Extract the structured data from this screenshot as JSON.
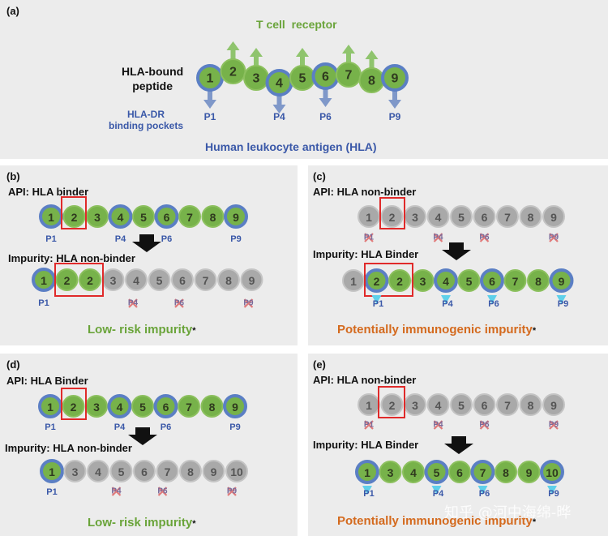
{
  "panels": {
    "a": {
      "label": "(a)",
      "receptor": "T cell  receptor",
      "bound": "HLA-bound\npeptide",
      "pockets": "HLA-DR\nbinding pockets",
      "hla": "Human leukocyte antigen (HLA)",
      "beads": [
        "1",
        "2",
        "3",
        "4",
        "5",
        "6",
        "7",
        "8",
        "9"
      ],
      "p": [
        "P1",
        "P4",
        "P6",
        "P9"
      ]
    },
    "b": {
      "label": "(b)",
      "api": "API: HLA binder",
      "imp": "Impurity: HLA  non-binder",
      "risk": "Low- risk impurity",
      "api_beads": [
        "1",
        "2",
        "3",
        "4",
        "5",
        "6",
        "7",
        "8",
        "9"
      ],
      "imp_beads": [
        "1",
        "2",
        "2",
        "3",
        "4",
        "5",
        "6",
        "7",
        "8",
        "9"
      ],
      "p": [
        "P1",
        "P4",
        "P6",
        "P9"
      ],
      "x": [
        "P4",
        "P6",
        "P9"
      ]
    },
    "c": {
      "label": "(c)",
      "api": "API: HLA  non-binder",
      "imp": "Impurity: HLA Binder",
      "risk": "Potentially immunogenic impurity",
      "api_beads": [
        "1",
        "2",
        "3",
        "4",
        "5",
        "6",
        "7",
        "8",
        "9"
      ],
      "imp_beads": [
        "1",
        "2",
        "2",
        "3",
        "4",
        "5",
        "6",
        "7",
        "8",
        "9"
      ],
      "x": [
        "P1",
        "P4",
        "P6",
        "P9"
      ],
      "p": [
        "P1",
        "P4",
        "P6",
        "P9"
      ]
    },
    "d": {
      "label": "(d)",
      "api": "API: HLA Binder",
      "imp": "Impurity: HLA non-binder",
      "risk": "Low- risk impurity",
      "api_beads": [
        "1",
        "2",
        "3",
        "4",
        "5",
        "6",
        "7",
        "8",
        "9"
      ],
      "imp_beads": [
        "1",
        "3",
        "4",
        "5",
        "6",
        "7",
        "8",
        "9",
        "10"
      ],
      "p": [
        "P1",
        "P4",
        "P6",
        "P9"
      ],
      "x": [
        "P4",
        "P6",
        "P9"
      ]
    },
    "e": {
      "label": "(e)",
      "api": "API: HLA non-binder",
      "imp": "Impurity: HLA Binder",
      "risk": "Potentially immunogenic impurity",
      "api_beads": [
        "1",
        "2",
        "3",
        "4",
        "5",
        "6",
        "7",
        "8",
        "9"
      ],
      "imp_beads": [
        "1",
        "3",
        "4",
        "5",
        "6",
        "7",
        "8",
        "9",
        "10"
      ],
      "x": [
        "P1",
        "P4",
        "P6",
        "P9"
      ],
      "p": [
        "P1",
        "P4",
        "P6",
        "P9"
      ]
    }
  },
  "asterisk": "*",
  "watermark": "知乎 @河中海绵-晔",
  "colors": {
    "blue": "#5b7fc4",
    "green": "#77b24a",
    "grey": "#a9a9a9",
    "red": "#e02a2a",
    "text_green": "#6aa43a",
    "text_orange": "#d46a1e",
    "text_blue": "#3a58a8"
  }
}
